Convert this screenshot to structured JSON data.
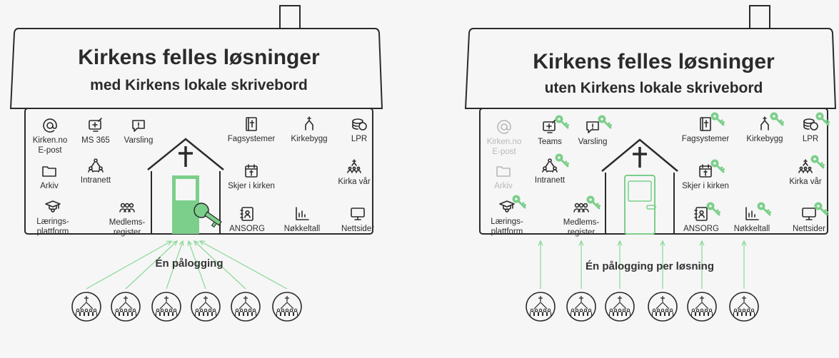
{
  "colors": {
    "green": "#7ccf8b",
    "green_dark": "#3e9a52",
    "ink": "#2b2b2b",
    "dim": "#b9b9b9",
    "bg": "#f6f6f6"
  },
  "left": {
    "title": "Kirkens felles løsninger",
    "subtitle": "med Kirkens lokale skrivebord",
    "login_label": "Én pålogging",
    "services": [
      {
        "label": "Kirken.no\nE-post",
        "icon": "at-icon"
      },
      {
        "label": "MS 365",
        "icon": "ms365-icon"
      },
      {
        "label": "Varsling",
        "icon": "speech-alert-icon"
      },
      {
        "label": "Fagsystemer",
        "icon": "book-cross-icon"
      },
      {
        "label": "Kirkebygg",
        "icon": "church-spire-icon"
      },
      {
        "label": "LPR",
        "icon": "coins-icon"
      },
      {
        "label": "Arkiv",
        "icon": "folder-icon"
      },
      {
        "label": "Intranett",
        "icon": "network-people-icon"
      },
      {
        "label": "Skjer i kirken",
        "icon": "calendar-cross-icon"
      },
      {
        "label": "Kirka vår",
        "icon": "congregation-icon"
      },
      {
        "label": "Lærings-\nplattform",
        "icon": "graduation-icon"
      },
      {
        "label": "Medlems-\nregister",
        "icon": "people-group-icon"
      },
      {
        "label": "ANSORG",
        "icon": "contact-book-icon"
      },
      {
        "label": "Nøkkeltall",
        "icon": "bar-chart-icon"
      },
      {
        "label": "Nettsider",
        "icon": "monitor-icon"
      }
    ]
  },
  "right": {
    "title": "Kirkens felles løsninger",
    "subtitle": "uten Kirkens lokale skrivebord",
    "login_label": "Én pålogging per løsning",
    "services": [
      {
        "label": "Kirken.no\nE-post",
        "icon": "at-icon"
      },
      {
        "label": "Teams",
        "icon": "ms365-icon"
      },
      {
        "label": "Varsling",
        "icon": "speech-alert-icon"
      },
      {
        "label": "Fagsystemer",
        "icon": "book-cross-icon"
      },
      {
        "label": "Kirkebygg",
        "icon": "church-spire-icon"
      },
      {
        "label": "LPR",
        "icon": "coins-icon"
      },
      {
        "label": "Arkiv",
        "icon": "folder-icon"
      },
      {
        "label": "Intranett",
        "icon": "network-people-icon"
      },
      {
        "label": "Skjer i kirken",
        "icon": "calendar-cross-icon"
      },
      {
        "label": "Kirka vår",
        "icon": "congregation-icon"
      },
      {
        "label": "Lærings-\nplattform",
        "icon": "graduation-icon"
      },
      {
        "label": "Medlems-\nregister",
        "icon": "people-group-icon"
      },
      {
        "label": "ANSORG",
        "icon": "contact-book-icon"
      },
      {
        "label": "Nøkkeltall",
        "icon": "bar-chart-icon"
      },
      {
        "label": "Nettsider",
        "icon": "monitor-icon"
      }
    ]
  }
}
